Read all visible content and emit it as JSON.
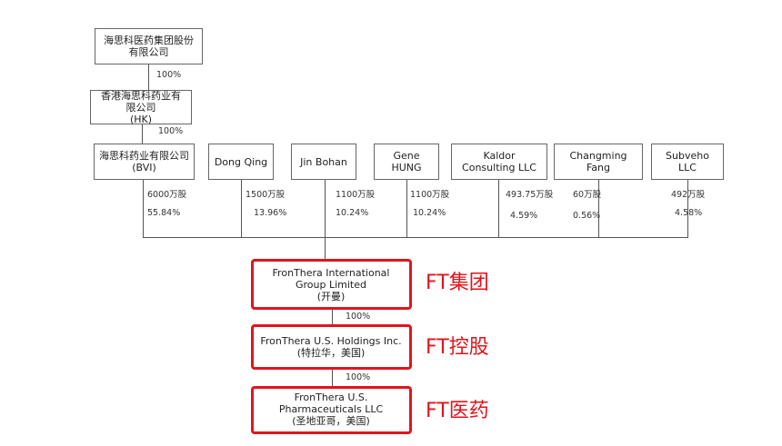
{
  "entities": {
    "top": "海思科医药集团股份有限公司",
    "hk": {
      "line1": "香港海思科药业有限公司",
      "line2": "(HK)"
    },
    "bvi": {
      "line1": "海思科药业有限公司",
      "line2": "(BVI)"
    },
    "dong_qing": "Dong Qing",
    "jin_bohan": "Jin Bohan",
    "gene_hung": "Gene HUNG",
    "kaldor": "Kaldor Consulting LLC",
    "changming": "Changming Fang",
    "subveho": "Subveho LLC",
    "ft_group": {
      "line1": "FronThera International Group Limited",
      "line2": "(开曼)"
    },
    "ft_holdings": {
      "line1": "FronThera U.S. Holdings Inc.",
      "line2": "(特拉华，美国)"
    },
    "ft_pharma": {
      "line1": "FronThera U.S. Pharmaceuticals LLC",
      "line2": "(圣地亚哥，美国)"
    }
  },
  "links": {
    "top_to_hk": "100%",
    "hk_to_bvi": "100%",
    "group_to_holdings": "100%",
    "holdings_to_pharma": "100%"
  },
  "shareholdings": [
    {
      "shares": "6000万股",
      "pct": "55.84%"
    },
    {
      "shares": "1500万股",
      "pct": "13.96%"
    },
    {
      "shares": "1100万股",
      "pct": "10.24%"
    },
    {
      "shares": "1100万股",
      "pct": "10.24%"
    },
    {
      "shares": "493.75万股",
      "pct": "4.59%"
    },
    {
      "shares": "60万股",
      "pct": "0.56%"
    },
    {
      "shares": "492万股",
      "pct": "4.58%"
    }
  ],
  "labels": {
    "ft_group": "FT集团",
    "ft_holdings": "FT控股",
    "ft_pharma": "FT医药"
  },
  "colors": {
    "highlight": "#e2141b",
    "line": "#555555"
  }
}
